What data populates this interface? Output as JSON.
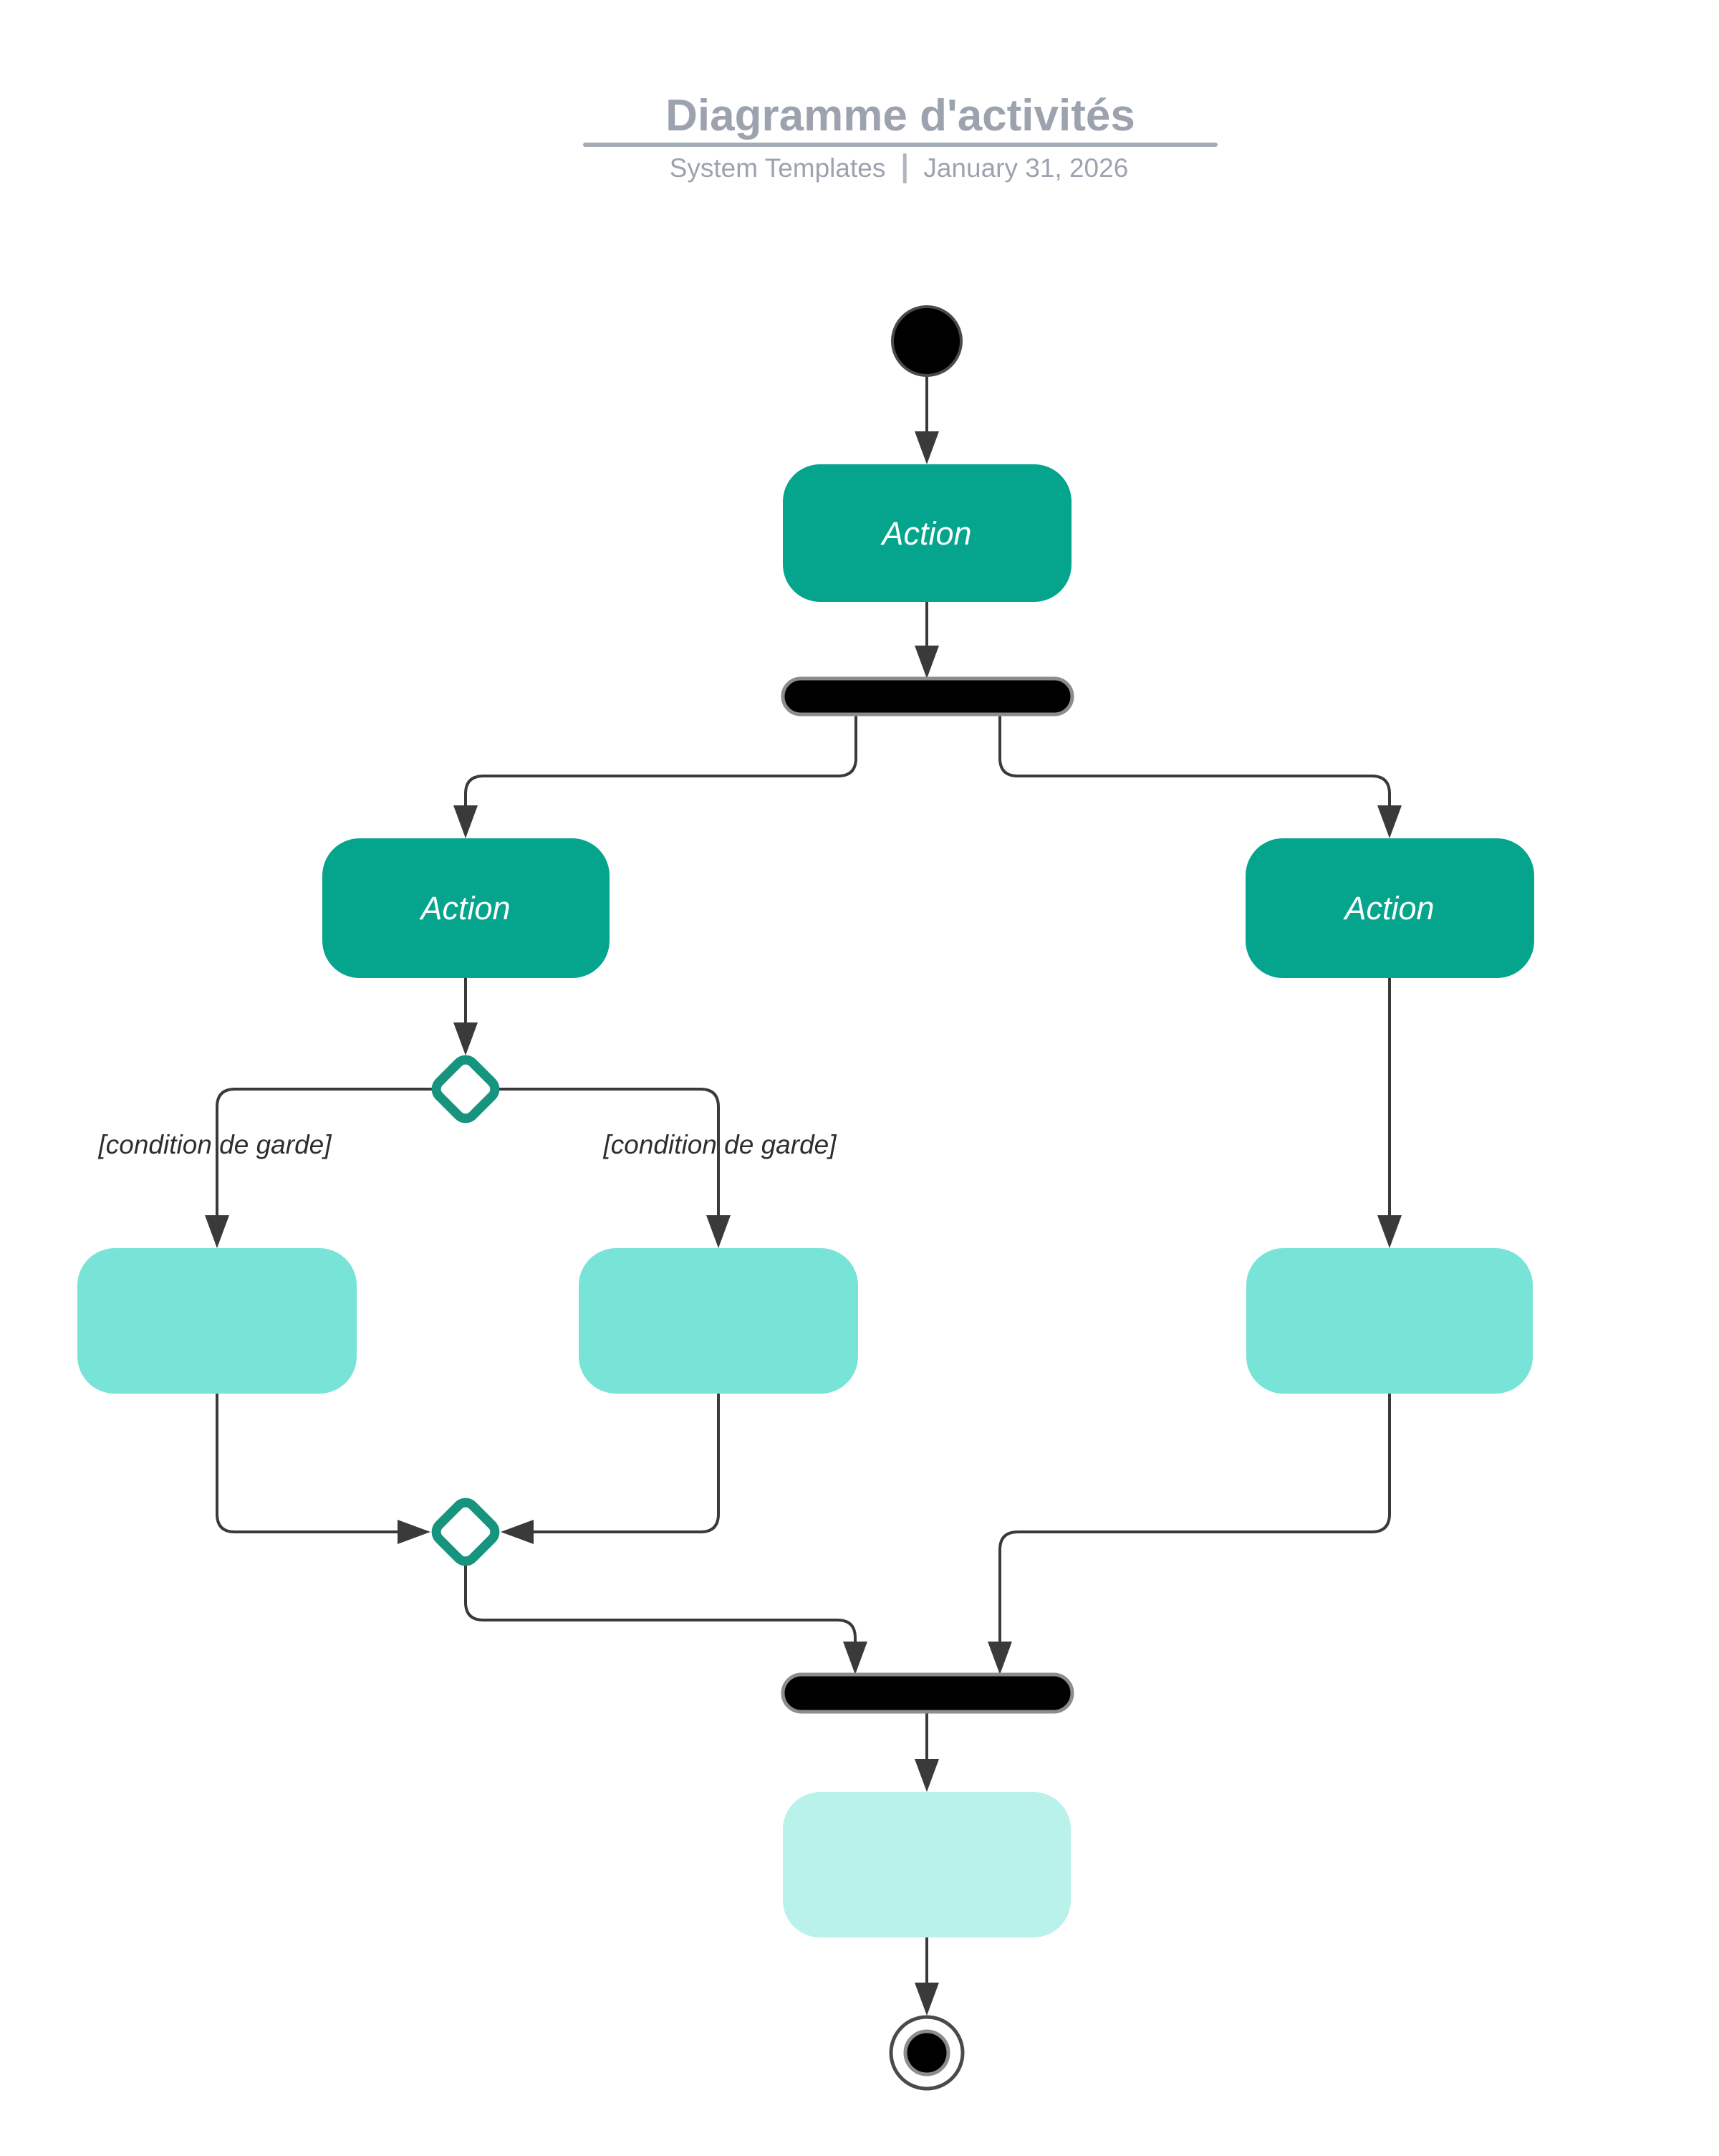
{
  "header": {
    "title": "Diagramme d'activités",
    "subtitle": {
      "project": "System Templates",
      "date": "January 31, 2026"
    }
  },
  "diagram": {
    "actions": {
      "top": "Action",
      "left": "Action",
      "right": "Action"
    },
    "guards": {
      "left": "[condition de garde]",
      "right": "[condition de garde]"
    },
    "colors": {
      "action_fill": "#04A58C",
      "action_text": "#FFFFFF",
      "light_fill": "#78E3D7",
      "pale_fill": "#B9F2EA",
      "decision_stroke": "#16947E",
      "bar_fill": "#000000",
      "bar_border": "#8C8C8C",
      "edge": "#3A3A3A",
      "heading_gray": "#9CA3AF"
    }
  }
}
